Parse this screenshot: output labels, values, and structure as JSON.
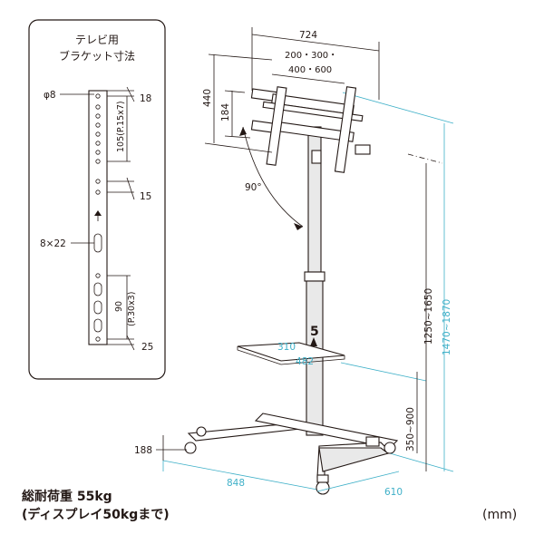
{
  "bracket_box": {
    "title_line1": "テレビ用",
    "title_line2": "ブラケット寸法",
    "hole_dia": "φ8",
    "dim_top": "18",
    "pitch1": "105(P.15x7)",
    "dim_mid": "15",
    "slot": "8×22",
    "pitch2": "90",
    "pitch2b": "(P.30x3)",
    "dim_bottom": "25"
  },
  "dims": {
    "width_top": "724",
    "vesa_line1": "200・300・",
    "vesa_line2": "400・600",
    "h440": "440",
    "h184": "184",
    "angle": "90°",
    "shelf_height_label": "5",
    "shelf_w": "310",
    "shelf_d": "482",
    "height_range1": "1250~1650",
    "height_range2": "1470~1870",
    "shelf_range": "350~900",
    "base_h": "188",
    "base_w": "848",
    "base_d": "610"
  },
  "footer": {
    "load_line1": "総耐荷重 55kg",
    "load_line2": "(ディスプレイ50kgまで)",
    "unit": "(mm)"
  },
  "colors": {
    "line": "#231815",
    "accent": "#3fb0c8"
  }
}
